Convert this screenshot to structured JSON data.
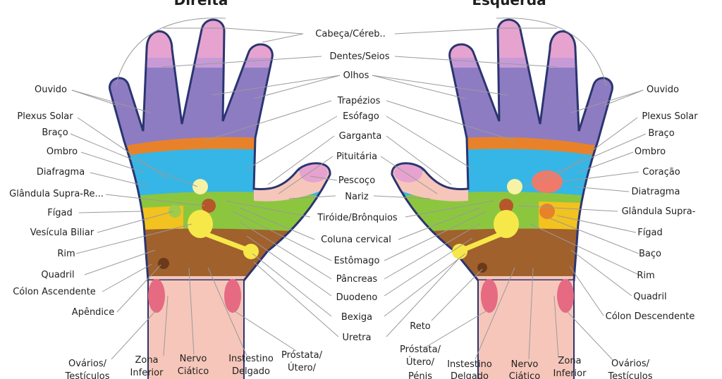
{
  "headings": {
    "right": "Direita",
    "left": "Esquerda"
  },
  "center_labels": {
    "cabeca": "Cabeça/Céreb..",
    "dentes": "Dentes/Seios",
    "olhos": "Olhos",
    "trapezios": "Trapézios",
    "esofago": "Esófago",
    "garganta": "Garganta",
    "pituitaria": "Pituitária",
    "pescoco": "Pescoço",
    "nariz": "Nariz",
    "tiroide": "Tiróide/Brônquios",
    "coluna": "Coluna cervical",
    "estomago": "Estômago",
    "pancreas": "Pâncreas",
    "duodeno": "Duodeno",
    "bexiga": "Bexiga",
    "uretra": "Uretra",
    "reto": "Reto"
  },
  "right_hand_labels": {
    "ouvido": "Ouvido",
    "plexus": "Plexus Solar",
    "braco": "Braço",
    "ombro": "Ombro",
    "diafragma": "Diafragma",
    "glandula": "Glândula Supra-Re...",
    "figado": "Fígad",
    "vesicula": "Vesícula Biliar",
    "rim": "Rim",
    "quadril": "Quadril",
    "colon": "Cólon Ascendente",
    "apendice": "Apêndice"
  },
  "left_hand_labels": {
    "ouvido": "Ouvido",
    "plexus": "Plexus Solar",
    "braco": "Braço",
    "ombro": "Ombro",
    "coracao": "Coração",
    "diafragma": "Diatragma",
    "glandula": "Glândula Supra-",
    "figado": "Fígad",
    "baco": "Baço",
    "rim": "Rim",
    "quadril": "Quadril",
    "colon": "Cólon Descendente"
  },
  "bottom_right": {
    "ovarios1": "Ovários/",
    "ovarios2": "Testículos",
    "zona1": "Zona",
    "zona2": "Inferior",
    "nervo1": "Nervo",
    "nervo2": "Ciático",
    "intestino1": "Instestino",
    "intestino2": "Delgado",
    "prostata1": "Próstata/",
    "prostata2": "Útero/"
  },
  "bottom_left": {
    "prostata1": "Próstata/",
    "prostata2": "Útero/",
    "prostata3": "Pénis",
    "intestino1": "Instestino",
    "intestino2": "Delgado",
    "nervo1": "Nervo",
    "nervo2": "Ciático",
    "zona1": "Zona",
    "zona2": "Inferior",
    "ovarios1": "Ovários/",
    "ovarios2": "Testículos"
  },
  "colors": {
    "purple": "#8e7cc3",
    "fingertip": "#e6a3cf",
    "orange": "#e8822a",
    "blue": "#35b6e6",
    "green": "#8cc63f",
    "yellow": "#f2c21f",
    "brown": "#a0612d",
    "wrist": "#f6c6ba",
    "wrist_spot": "#e56a82",
    "outline": "#2b3570"
  }
}
